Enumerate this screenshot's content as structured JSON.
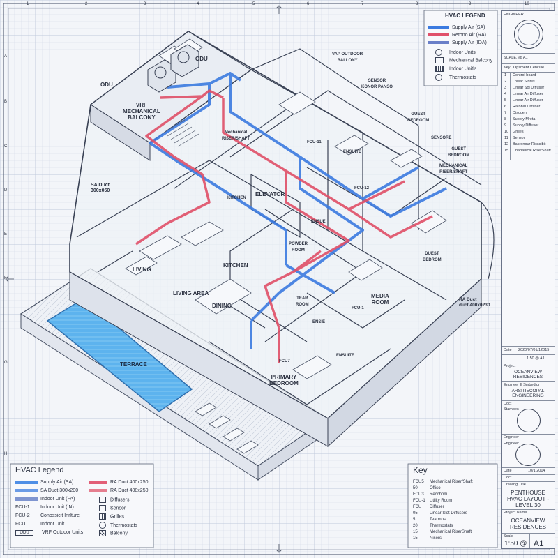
{
  "sheet": {
    "col_labels": [
      "1",
      "2",
      "3",
      "4",
      "5",
      "6",
      "7",
      "8",
      "9",
      "10"
    ],
    "row_labels": [
      "A",
      "B",
      "C",
      "D",
      "E",
      "F",
      "G",
      "H"
    ]
  },
  "rooms": {
    "odu_top": "ODU",
    "odu_left": "ODU",
    "vrf_balcony": "VRF\nMECHANICAL\nBALCONY",
    "vrf_outdoor_balcony": "VAP OUTDOOR\nBALLONY",
    "sensor_top": "SENSOR\nKONOR PANSO",
    "mech_riser_top": "Mechanical\nRISER/SHAFT",
    "fcu_11": "FCU-11",
    "guest_bedroom_1": "GUEST\nBEDROOM",
    "sensore": "SENSORE",
    "ensuite_1": "ENSUITE",
    "guest_bedroom_2": "GUEST\nBEDROOM",
    "mech_riser_right": "MECHANICAL\nRISER/SHAFT",
    "fcu_12": "FCU-12",
    "elevator": "ELEVATOR",
    "kitchen_top": "KITCHEN",
    "ensue": "ENSUE",
    "powder_room": "POWDER\nROOM",
    "duest_bedroom": "DUEST\nBEDROM",
    "living": "LIVING",
    "kitchen": "KITCHEN",
    "living_area": "LIVING AREA",
    "dining": "DINING",
    "tear_room": "TEAR\nROOM",
    "fcu_1": "FCU-1",
    "media_room": "MEDIA\nROOM",
    "ensie": "ENSIE",
    "ensuite_2": "ENSUITE",
    "primary_bedroom": "PRIMARY\nBEDROOM",
    "fcu7": "FCU7",
    "terrace": "TERRACE"
  },
  "annotations": {
    "sa_duct": "SA Duct\n300x050",
    "ra_duct": "RA Duct\nduct 400x0230"
  },
  "top_legend": {
    "title": "HVAC LEGEND",
    "items": [
      {
        "label": "Supply Air (SA)",
        "color": "#3c7be0"
      },
      {
        "label": "Retono Air (RA)",
        "color": "#e0506a"
      },
      {
        "label": "Supply Air (IDA)",
        "color": "#6a7fc8"
      },
      {
        "label": "Indoor Units",
        "icon": "fcu-icon"
      },
      {
        "label": "Mechanical Balcony",
        "icon": "odu-icon"
      },
      {
        "label": "Indoor Unitls",
        "icon": "grille-icon"
      },
      {
        "label": "Thermostats",
        "icon": "thermostat-icon"
      }
    ]
  },
  "bottom_legend": {
    "title": "HVAC Legend",
    "left": [
      {
        "label": "Supply Air (SA)",
        "color": "#4f8fe6"
      },
      {
        "label": "SA Duct 300x200",
        "color": "#6a9be6"
      },
      {
        "label": "Indoor Unit (FA)",
        "color": "#7f95d0"
      },
      {
        "label": "Indoor Unit (IN)",
        "code": "FCU-1"
      },
      {
        "label": "Conossicit Inrlture",
        "code": "FCU-2"
      },
      {
        "label": "Indoor Unit",
        "code": "FCU."
      },
      {
        "label": "VRF Outdoor Units",
        "code": "ODU"
      }
    ],
    "right": [
      {
        "label": "RA Duct 400x250",
        "color": "#e25f77"
      },
      {
        "label": "RA Duct 408x250",
        "color": "#e57e8f"
      },
      {
        "label": "Diffusers",
        "icon": "diffuser-icon"
      },
      {
        "label": "Sensor",
        "icon": "sensor-icon"
      },
      {
        "label": "Grilles",
        "icon": "grille-icon"
      },
      {
        "label": "Thermostats",
        "icon": "thermostat-icon"
      },
      {
        "label": "Balcony",
        "icon": "hatch-icon"
      }
    ]
  },
  "key": {
    "title": "Key",
    "rows": [
      {
        "code": "FCU5",
        "label": "Mechanical Riser/Shaft"
      },
      {
        "code": "50",
        "label": "Offiso"
      },
      {
        "code": "FCU3",
        "label": "Recchom"
      },
      {
        "code": "FCU-1",
        "label": "Utility Room"
      },
      {
        "code": "FCU",
        "label": "Diffuser"
      },
      {
        "code": "05",
        "label": "Linear Slot Diffusers"
      },
      {
        "code": "5",
        "label": "Tearmost"
      },
      {
        "code": "20",
        "label": "Thermostats"
      },
      {
        "code": "15",
        "label": "Mechanical RiserShaft"
      },
      {
        "code": "15",
        "label": "Nisers"
      }
    ]
  },
  "title_block": {
    "engineer_label": "ENGINEER",
    "scale_label": "SCALE, @ A1",
    "key_header": [
      "Key",
      "Opsment Cencule"
    ],
    "key_rows": [
      {
        "n": "1",
        "t": "Control board"
      },
      {
        "n": "2",
        "t": "Lnwar Slbtes"
      },
      {
        "n": "3",
        "t": "Linear Sol Diffuser"
      },
      {
        "n": "4",
        "t": "Linear Air Diffuser"
      },
      {
        "n": "5",
        "t": "Linear Air Diffuser"
      },
      {
        "n": "6",
        "t": "Ratonal Diffuser"
      },
      {
        "n": "7",
        "t": "Discoen"
      },
      {
        "n": "8",
        "t": "Supply Mreta"
      },
      {
        "n": "9",
        "t": "Supply Diffuser"
      },
      {
        "n": "10",
        "t": "Grilles"
      },
      {
        "n": "11",
        "t": "Sensor"
      },
      {
        "n": "12",
        "t": "Bacronour Ricssibit"
      },
      {
        "n": "15",
        "t": "Chabanical RiserShaft"
      }
    ],
    "date_rows": [
      {
        "k": "Date",
        "v": "2020/07/01/12015"
      },
      {
        "k": "",
        "v": "1:50 @ A1"
      }
    ],
    "project_label": "Project",
    "project": "OCEANVIEW\nRESIDENCES",
    "firm_label": "Engineer II Smbedior",
    "firm": "ARSITIECOPAL\nENGINEERING",
    "stamp_label": "Doct",
    "stamp2_label": "Stampes",
    "engineer2_label": "Engineer",
    "engineer3_label": "Engineer",
    "date2_k": "Date",
    "date2_v": "10/1,2014",
    "doct2": "Doct",
    "drawing_title_label": "Drawing Title",
    "drawing_title": "PENTHOUSE\nHVAC LAYOUT -\nLEVEL 30",
    "project_name_label": "Project Name",
    "project_name": "OCEANVIEW\nRESIDENCES",
    "scale_k": "Scale",
    "scale_v": "1:50 @",
    "sheet_v": "A1"
  },
  "colors": {
    "supply": "#3c7be0",
    "return": "#e05068",
    "grid": "#c9d2e2",
    "ink": "#3a4255",
    "water": "#4aa8ea"
  }
}
